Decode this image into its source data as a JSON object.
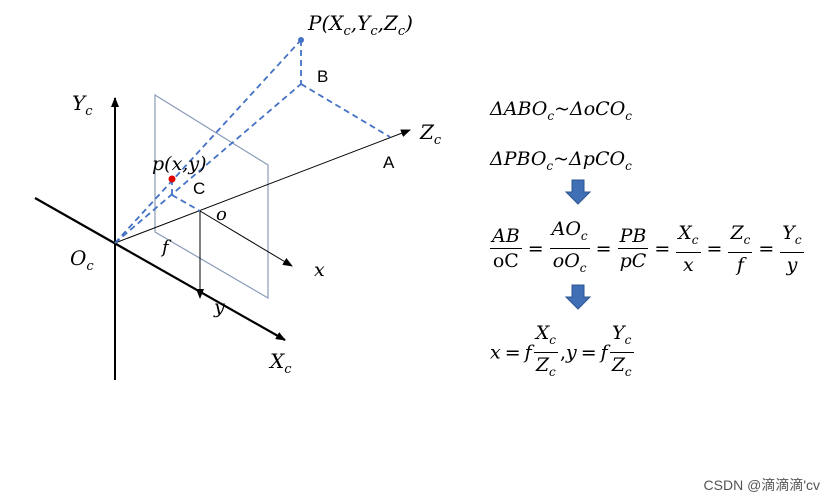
{
  "diagram": {
    "point_P": "P(X",
    "P_sub1": "c",
    "P_mid1": ",Y",
    "P_sub2": "c",
    "P_mid2": ",Z",
    "P_sub3": "c",
    "P_end": ")",
    "label_B": "B",
    "label_A": "A",
    "label_C": "C",
    "label_o": "o",
    "label_f": "f",
    "point_p": "p(x,y)",
    "axis_Yc": "Y",
    "axis_Zc": "Z",
    "axis_Xc": "X",
    "axis_sub": "c",
    "origin_Oc": "O",
    "axis_x": "x",
    "axis_y": "y"
  },
  "equations": {
    "sim1": {
      "lhs": "ΔABO",
      "sub1": "c",
      "mid": "~ΔoCO",
      "sub2": "c"
    },
    "sim2": {
      "lhs": "ΔPBO",
      "sub1": "c",
      "mid": "~ΔpCO",
      "sub2": "c"
    },
    "ratio": {
      "f1_num": "AB",
      "f1_den": "oC",
      "f2_num": "AO",
      "f2_num_sub": "c",
      "f2_den": "oO",
      "f2_den_sub": "c",
      "f3_num": "PB",
      "f3_den": "pC",
      "f4_num": "X",
      "f4_num_sub": "c",
      "f4_den": "x",
      "f5_num": "Z",
      "f5_num_sub": "c",
      "f5_den": "f",
      "f6_num": "Y",
      "f6_num_sub": "c",
      "f6_den": "y",
      "eq": "="
    },
    "result": {
      "x": "x",
      "eq": "=",
      "f": "f",
      "n1": "X",
      "n1_sub": "c",
      "d1": "Z",
      "d1_sub": "c",
      "comma": ",",
      "y": "y",
      "n2": "Y",
      "n2_sub": "c",
      "d2": "Z",
      "d2_sub": "c"
    }
  },
  "watermark": "CSDN @滴滴滴'cv",
  "colors": {
    "dashed": "#4472c4",
    "plane": "#8a9bb8",
    "arrow_fill": "#3f6fb5",
    "red_point": "#e00000"
  }
}
